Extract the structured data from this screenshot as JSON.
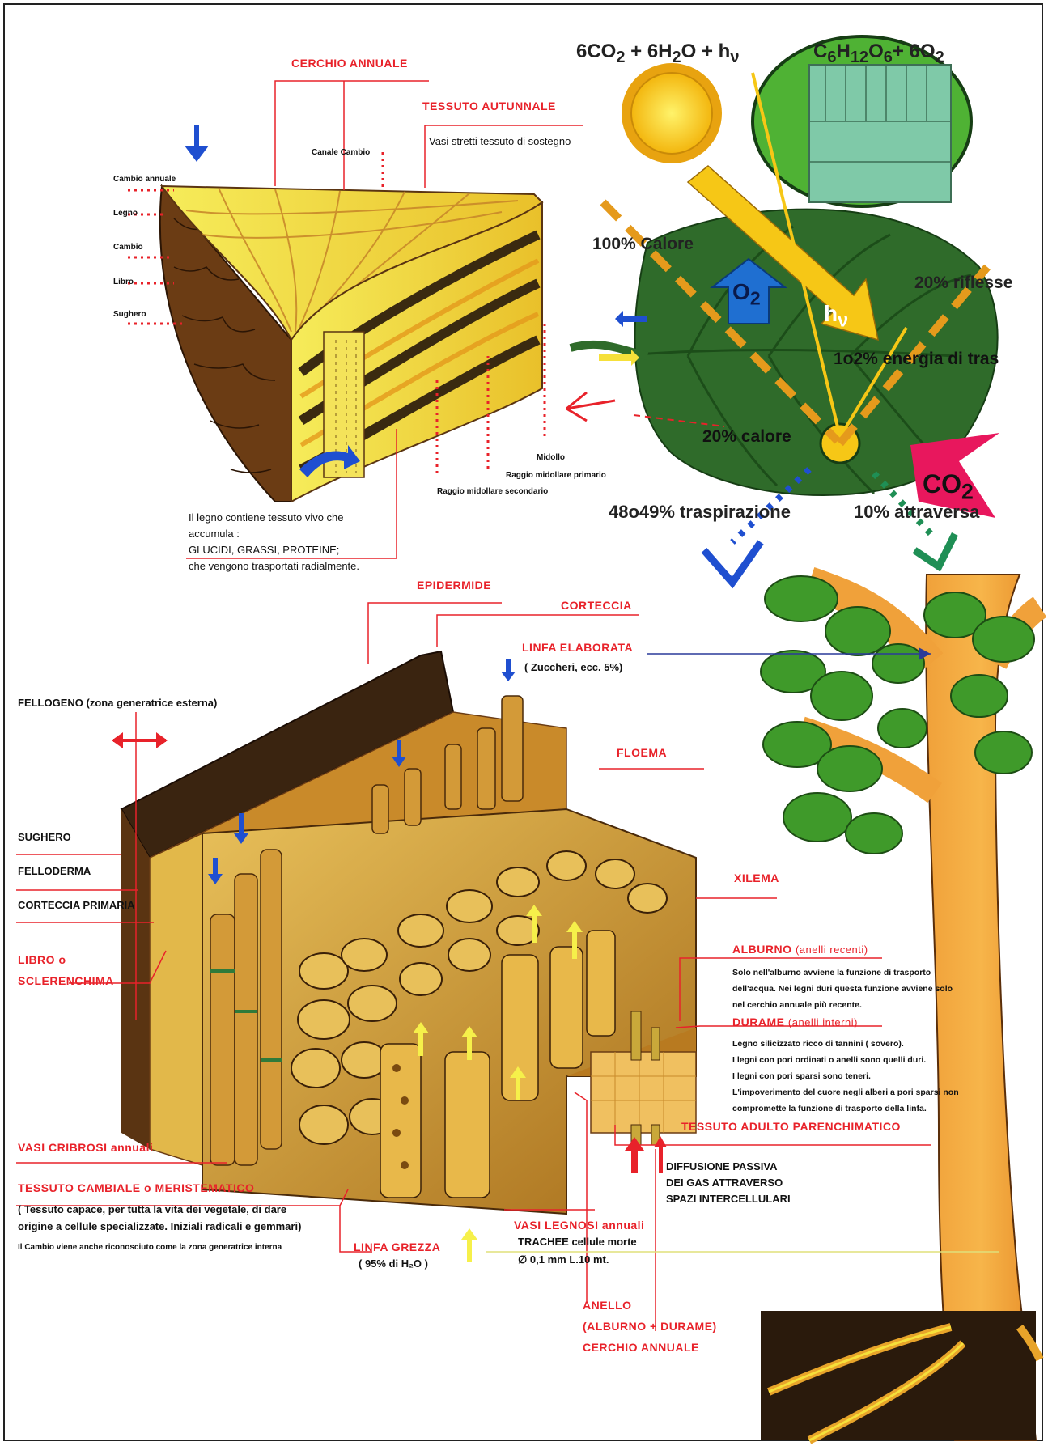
{
  "equation": {
    "left": "6CO",
    "sub2a": "2",
    "plus1": " + 6H",
    "sub2b": "2",
    "o": "O + h",
    "nu": "ν",
    "right": "C",
    "sub6a": "6",
    "h": "H",
    "sub12": "12",
    "o6": "O",
    "sub6b": "6",
    "plus2": "+ 6O",
    "sub2c": "2"
  },
  "leaf": {
    "calore100": "100% Calore",
    "riflesse": "20% riflesse",
    "energia": "1o2% energia di tras",
    "calore20": "20% calore",
    "traspirazione": "48o49% traspirazione",
    "attraversa": "10% attraversa",
    "o2": "O",
    "o2sub": "2",
    "co2": "CO",
    "co2sub": "2",
    "hv": "h",
    "hvsub": "ν"
  },
  "trunk": {
    "cerchio_annuale": "CERCHIO ANNUALE",
    "tessuto_autunnale": "TESSUTO AUTUNNALE",
    "vasi_stretti": "Vasi stretti tessuto di sostegno",
    "canale_cambio": "Canale Cambio",
    "layers": [
      "Cambio annuale",
      "Legno",
      "Cambio",
      "Libro",
      "Sughero"
    ],
    "midollo": "Midollo",
    "raggio_primario": "Raggio midollare primario",
    "raggio_secondario": "Raggio midollare secondario",
    "legno_text": [
      "Il legno contiene tessuto vivo che",
      "accumula :",
      "GLUCIDI, GRASSI, PROTEINE;",
      "che vengono trasportati radialmente."
    ]
  },
  "block": {
    "epidermide": "EPIDERMIDE",
    "corteccia": "CORTECCIA",
    "linfa_elaborata": "LINFA ELABORATA",
    "zuccheri": "( Zuccheri, ecc. 5%)",
    "fellogeno": "FELLOGENO (zona generatrice esterna)",
    "floema": "FLOEMA",
    "sughero": "SUGHERO",
    "felloderma": "FELLODERMA",
    "corteccia_primaria": "CORTECCIA PRIMARIA",
    "xilema": "XILEMA",
    "libro": "LIBRO o",
    "sclerenchima": "SCLERENCHIMA",
    "alburno_title": "ALBURNO",
    "alburno_sub": "(anelli recenti)",
    "alburno_text": [
      "Solo nell'alburno avviene la funzione di trasporto",
      "dell'acqua. Nei legni duri questa funzione avviene solo",
      "nel cerchio annuale più recente."
    ],
    "durame_title": "DURAME",
    "durame_sub": "(anelli interni)",
    "durame_text": [
      "Legno silicizzato ricco di tannini ( sovero).",
      "I legni con pori ordinati o anelli sono quelli duri.",
      "I legni con pori sparsi sono teneri.",
      "L'impoverimento del cuore negli alberi a pori sparsi non",
      "compromette la funzione di trasporto della linfa."
    ],
    "tessuto_adulto": "TESSUTO ADULTO PARENCHIMATICO",
    "diffusione": [
      "DIFFUSIONE PASSIVA",
      "DEI GAS ATTRAVERSO",
      "SPAZI INTERCELLULARI"
    ],
    "vasi_cribrosi": "VASI CRIBROSI annuali",
    "tessuto_cambiale": "TESSUTO CAMBIALE o MERISTEMATICO",
    "cambiale_text": [
      "( Tessuto capace, per tutta la vita dei vegetale, di dare",
      "origine a cellule specializzate. Iniziali radicali e gemmari)"
    ],
    "cambio_note": "Il Cambio viene anche riconosciuto come la zona generatrice interna",
    "linfa_grezza": "LINFA GREZZA",
    "h2o": "( 95% di H₂O )",
    "vasi_legnosi": "VASI LEGNOSI annuali",
    "trachee": "TRACHEE cellule morte",
    "dimensioni": "∅ 0,1 mm L.10 mt.",
    "anello": [
      "ANELLO",
      "(ALBURNO + DURAME)",
      "CERCHIO ANNUALE"
    ]
  },
  "colors": {
    "label_red": "#e8222a",
    "wood_yellow": "#f2e23a",
    "wood_orange": "#e59a1c",
    "bark_brown": "#5a3412",
    "leaf_green": "#2f6b2a",
    "sun_yellow": "#f6c716",
    "co2_pink": "#e8175d",
    "o2_blue": "#1f6fd1"
  }
}
